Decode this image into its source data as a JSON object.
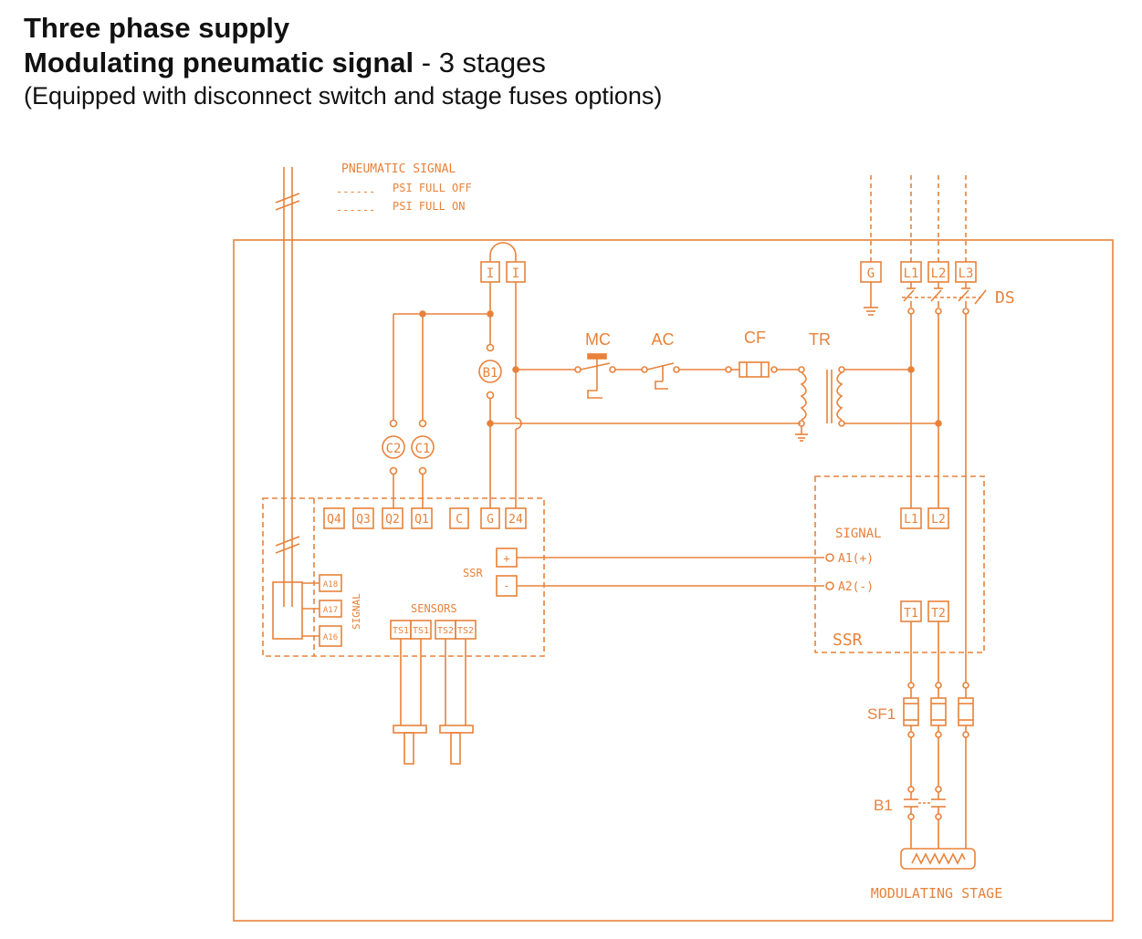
{
  "header": {
    "title": "Three phase supply",
    "subtitle_bold": "Modulating pneumatic signal",
    "subtitle_rest": " - 3 stages",
    "note": "(Equipped with disconnect switch and stage fuses options)"
  },
  "colors": {
    "line": "#e8823a"
  },
  "legend": {
    "title": "PNEUMATIC SIGNAL",
    "dash1": "------",
    "item1": "PSI FULL OFF",
    "dash2": "------",
    "item2": "PSI FULL ON"
  },
  "terminals": {
    "i1": "I",
    "i2": "I",
    "g_supply": "G",
    "l1": "L1",
    "l2": "L2",
    "l3": "L3",
    "q4": "Q4",
    "q3": "Q3",
    "q2": "Q2",
    "q1": "Q1",
    "c": "C",
    "g": "G",
    "t24": "24",
    "plus": "+",
    "minus": "-",
    "a18": "A18",
    "a17": "A17",
    "a16": "A16",
    "ts1a": "TS1",
    "ts1b": "TS1",
    "ts2a": "TS2",
    "ts2b": "TS2",
    "ssr_l1": "L1",
    "ssr_l2": "L2",
    "ssr_t1": "T1",
    "ssr_t2": "T2"
  },
  "labels": {
    "ds": "DS",
    "mc": "MC",
    "ac": "AC",
    "cf": "CF",
    "tr": "TR",
    "b1_motor": "B1",
    "c2": "C2",
    "c1": "C1",
    "ssr_small": "SSR",
    "sensors": "SENSORS",
    "signal_vertical": "SIGNAL",
    "ssr_signal": "SIGNAL",
    "a1": "A1(+)",
    "a2": "A2(-)",
    "ssr_box": "SSR",
    "sf1": "SF1",
    "b1_stage": "B1",
    "modulating_stage": "MODULATING STAGE"
  }
}
